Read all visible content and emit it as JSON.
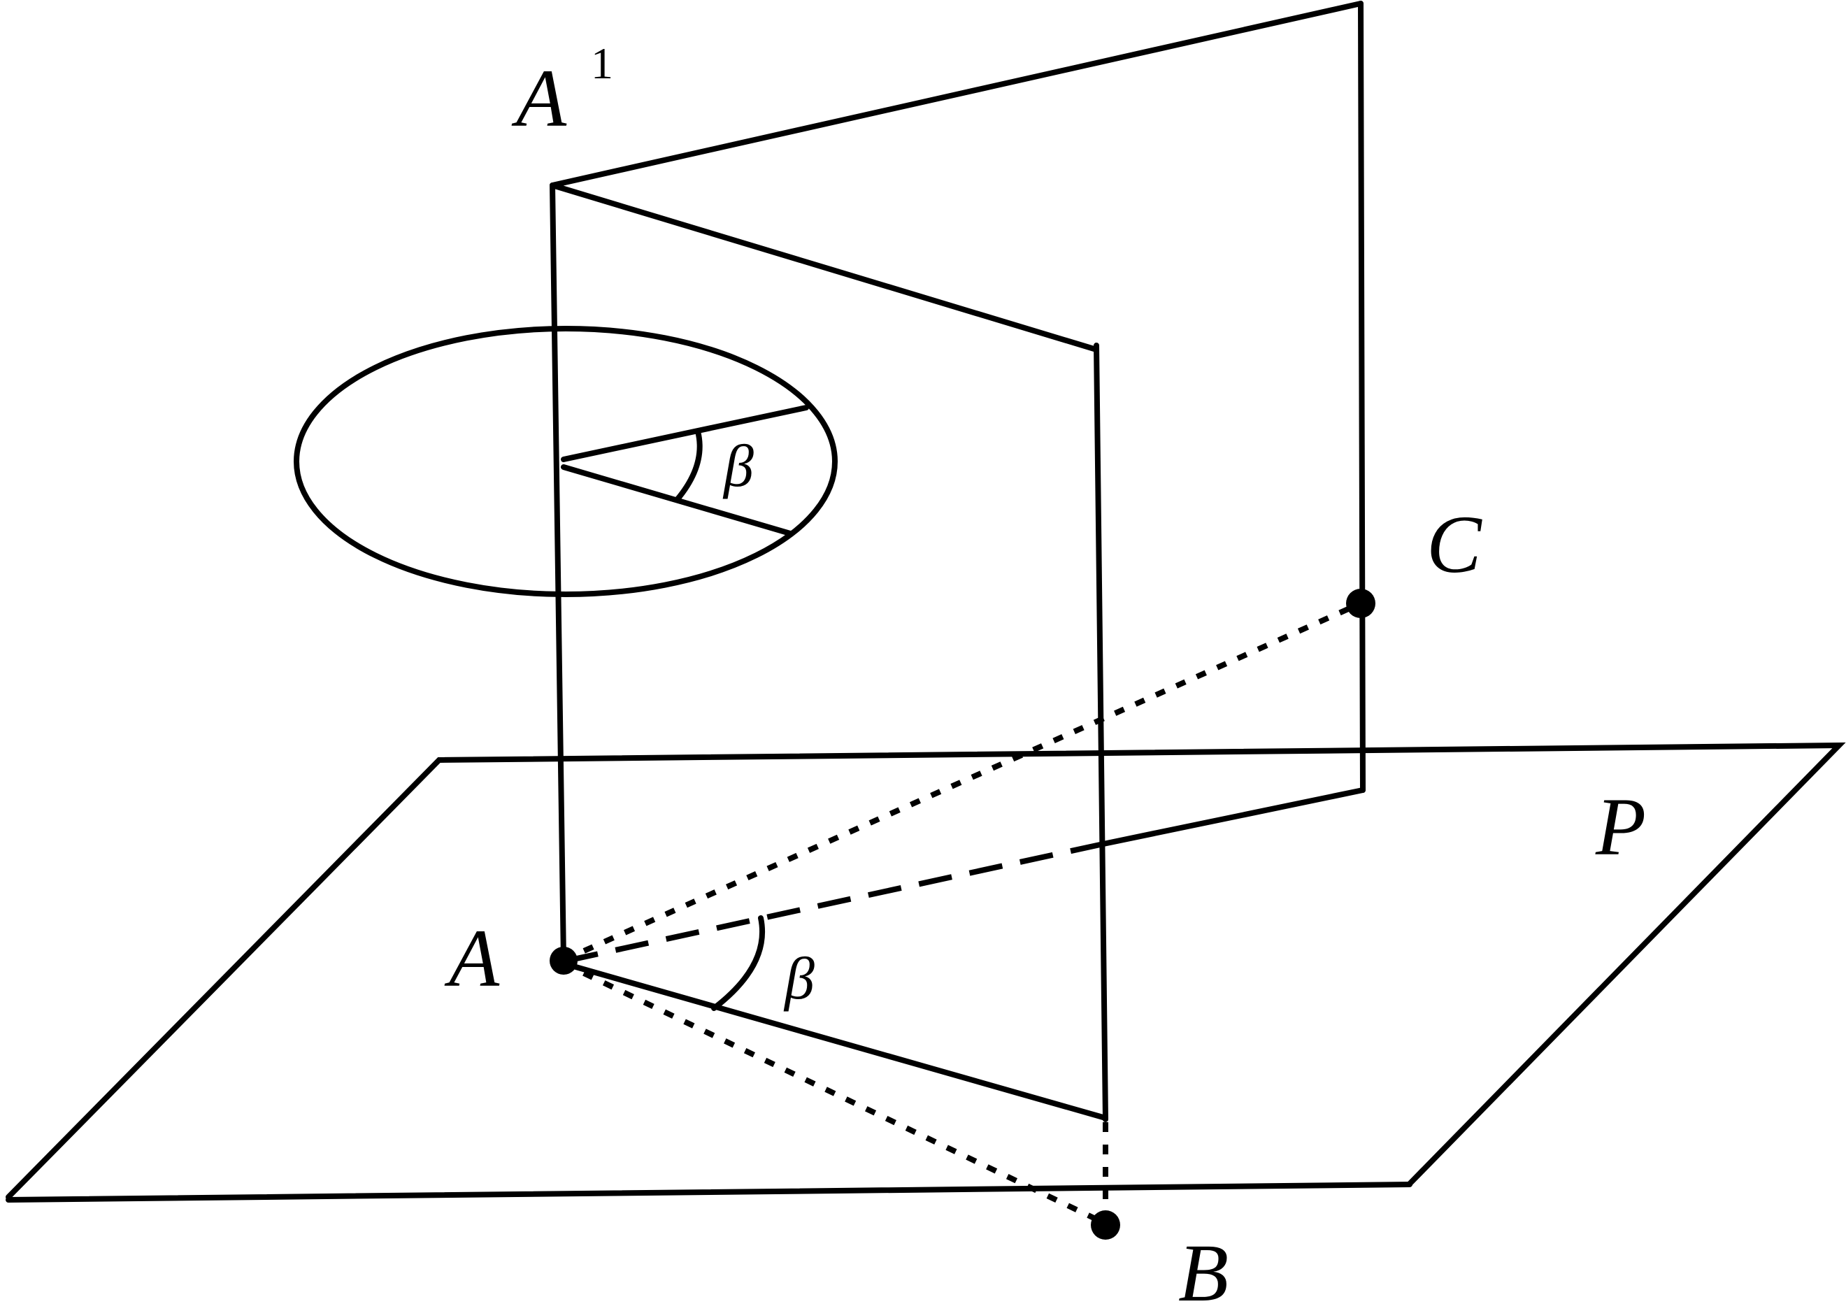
{
  "diagram": {
    "plane_label": "P",
    "points": {
      "A": "A",
      "A1_base": "A",
      "A1_sup": "1",
      "B": "B",
      "C": "C"
    },
    "angle_labels": {
      "ellipse_angle": "β",
      "plane_angle": "β"
    }
  }
}
